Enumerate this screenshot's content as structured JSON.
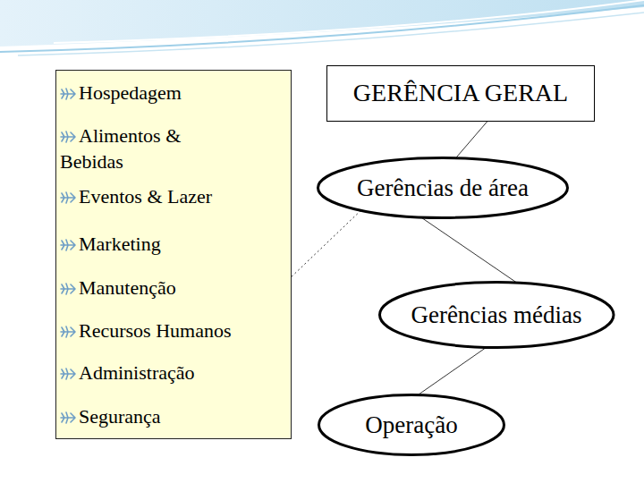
{
  "diagram": {
    "nodes": [
      {
        "text": [
          "Hospedagem",
          "Alimentos & Bebidas",
          "Eventos & Lazer",
          "Marketing",
          "Manutenção",
          "Recursos Humanos",
          "Administração",
          "Segurança"
        ]
      },
      {
        "text": [
          "GERÊNCIA GERAL"
        ]
      },
      {
        "text": [
          "Gerências de área"
        ]
      },
      {
        "text": [
          "Gerências médias"
        ]
      },
      {
        "text": [
          "Operação"
        ]
      }
    ],
    "edges": [
      {
        "from": 1,
        "to": 2,
        "arrow": "none"
      },
      {
        "from": 2,
        "to": 3,
        "arrow": "none"
      },
      {
        "from": 3,
        "to": 4,
        "arrow": "none"
      },
      {
        "from": 0,
        "to": 2,
        "arrow": "none"
      }
    ]
  }
}
